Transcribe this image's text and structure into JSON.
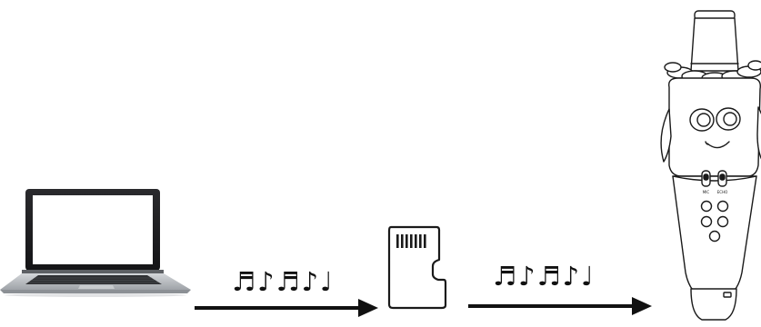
{
  "diagram": {
    "devices": [
      {
        "id": "laptop",
        "icon": "laptop-icon"
      },
      {
        "id": "sd-card",
        "icon": "micro-sd-card-icon"
      },
      {
        "id": "karaoke-microphone",
        "icon": "cartoon-microphone-icon"
      }
    ],
    "transfers": [
      {
        "from": "laptop",
        "to": "sd-card",
        "symbols": "♬♪♬♪♩",
        "arrow": "right-arrow-icon"
      },
      {
        "from": "sd-card",
        "to": "karaoke-microphone",
        "symbols": "♬♪♬♪♩",
        "arrow": "right-arrow-icon"
      }
    ],
    "microphone_labels": {
      "switch_left": "MIC",
      "switch_right": "ECHO"
    },
    "colors": {
      "outline": "#1a1a1a",
      "laptop_body": "#b9bcc0",
      "laptop_bezel": "#1c1c1e",
      "laptop_screen": "#ffffff"
    }
  }
}
